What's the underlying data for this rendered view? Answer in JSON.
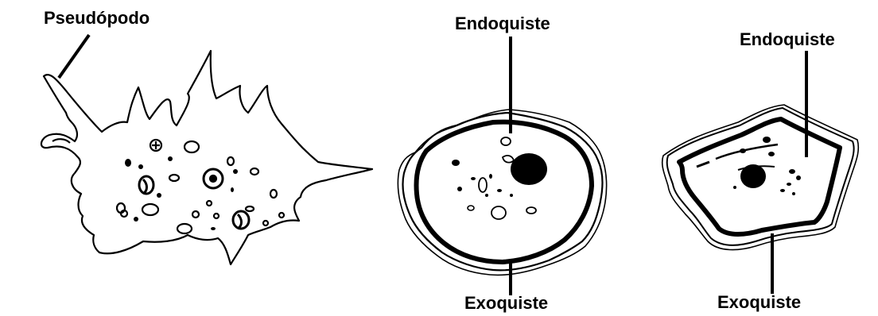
{
  "labels": {
    "pseudopod": "Pseudópodo",
    "endocyst_left": "Endoquiste",
    "exocyst_left": "Exoquiste",
    "endocyst_right": "Endoquiste",
    "exocyst_right": "Exoquiste"
  },
  "colors": {
    "ink": "#000000",
    "background": "#ffffff"
  }
}
